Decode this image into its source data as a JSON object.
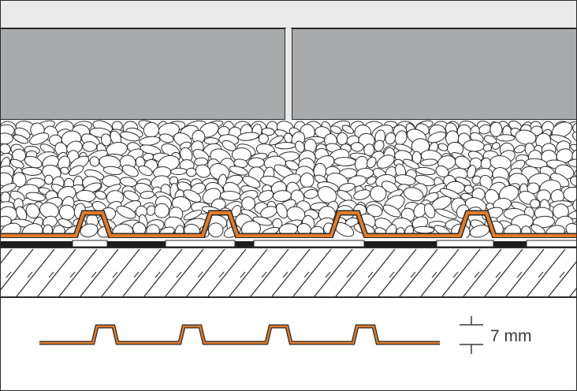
{
  "diagram": {
    "type": "cross-section",
    "layers": [
      {
        "name": "tile",
        "color": "#a9aaac",
        "joint": true
      },
      {
        "name": "gravel-bedding",
        "color": "#ffffff"
      },
      {
        "name": "orange-studded-membrane",
        "color": "#e37b27"
      },
      {
        "name": "black-strips",
        "color": "#1c1c1c"
      },
      {
        "name": "hatched-substrate",
        "color": "#ffffff"
      }
    ],
    "background": "#eaeaeb",
    "stroke": "#2a2a2a",
    "membrane_color": "#e37b27"
  },
  "dimension": {
    "value_label": "7 mm"
  }
}
